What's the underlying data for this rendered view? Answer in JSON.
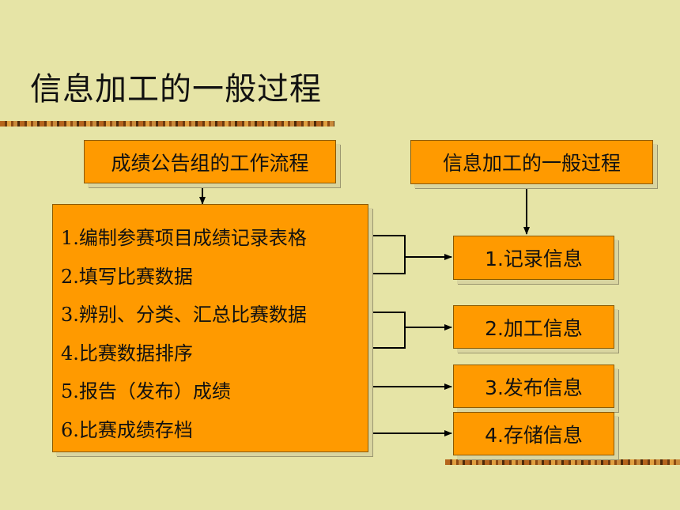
{
  "page": {
    "title": "信息加工的一般过程"
  },
  "left_header": {
    "label": "成绩公告组的工作流程"
  },
  "right_header": {
    "label": "信息加工的一般过程"
  },
  "steps": [
    "1.编制参赛项目成绩记录表格",
    "2.填写比赛数据",
    "3.辨别、分类、汇总比赛数据",
    "4.比赛数据排序",
    "5.报告（发布）成绩",
    "6.比赛成绩存档"
  ],
  "outputs": [
    "1.记录信息",
    "2.加工信息",
    "3.发布信息",
    "4.存储信息"
  ],
  "colors": {
    "background": "#E6E4A6",
    "box_fill": "#FF9A00",
    "line": "#000000"
  }
}
